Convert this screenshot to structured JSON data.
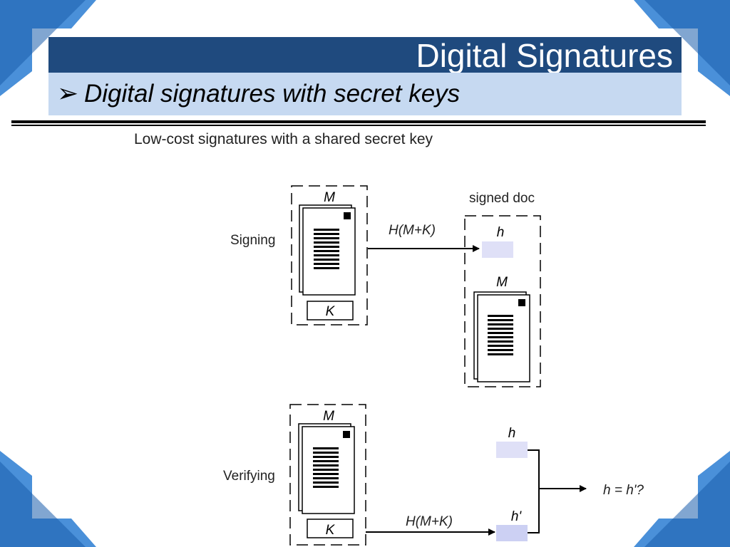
{
  "slide": {
    "title": "Digital Signatures",
    "subtitle_bullet": "➢",
    "subtitle": "Digital signatures with secret keys",
    "colors": {
      "title_bar": "#1f4a7e",
      "subtitle_bar": "#c6d9f1",
      "corner_light": "#4a90d9",
      "corner_dark": "#1a5cab",
      "hash_box": "#dfe0f7"
    }
  },
  "diagram": {
    "caption": "Low-cost signatures with a shared secret key",
    "signing": {
      "label": "Signing",
      "message_label": "M",
      "key_label": "K",
      "hash_function": "H(M+K)",
      "signed_doc_label": "signed doc",
      "hash_label": "h",
      "doc_message_label": "M"
    },
    "verifying": {
      "label": "Verifying",
      "message_label": "M",
      "key_label": "K",
      "hash_function": "H(M+K)",
      "hash_label": "h",
      "computed_hash_label": "h'",
      "comparison": "h = h'?"
    }
  }
}
